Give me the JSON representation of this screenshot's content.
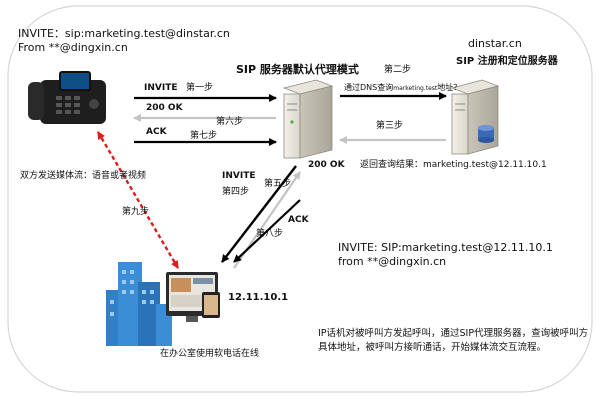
{
  "top_left": {
    "invite_line": "INVITE：sip:marketing.test@dinstar.cn",
    "from_line": "From **@dingxin.cn"
  },
  "proxy": {
    "title": "SIP 服务器默认代理模式",
    "status": "200 OK"
  },
  "registrar": {
    "domain": "dinstar.cn",
    "title": "SIP 注册和定位服务器"
  },
  "phone_side": {
    "invite_label": "INVITE",
    "ok_label": "200 OK",
    "ack_label": "ACK",
    "step1": "第一步",
    "step6": "第六步",
    "step7": "第七步"
  },
  "dns": {
    "step2": "第二步",
    "query_prefix": "通过DNS查询",
    "query_domain": "marketing.test",
    "query_suffix": "地址？",
    "step3": "第三步",
    "result": "返回查询结果：marketing.test@12.11.10.1"
  },
  "pc_side": {
    "invite_label": "INVITE",
    "step4": "第四步",
    "step5": "第五步",
    "ack_label": "ACK",
    "step8": "第八步",
    "step9": "第九步"
  },
  "media": {
    "text": "双方发送媒体流：语音或者视频"
  },
  "office": {
    "ip": "12.11.10.1",
    "caption": "在办公室使用软电话在线"
  },
  "bottom_right": {
    "invite_line": "INVITE: SIP:marketing.test@12.11.10.1",
    "from_line": "from **@dingxin.cn"
  },
  "description": "IP话机对被呼叫方发起呼叫，通过SIP代理服务器，查询被呼叫方具体地址，被呼叫方接听通话，开始媒体流交互流程。",
  "colors": {
    "arrow_dark": "#000000",
    "arrow_light": "#c4c4c4",
    "media_link": "#e01b1b",
    "building": "#2f7fc9",
    "frame": "#d6d6d6"
  }
}
